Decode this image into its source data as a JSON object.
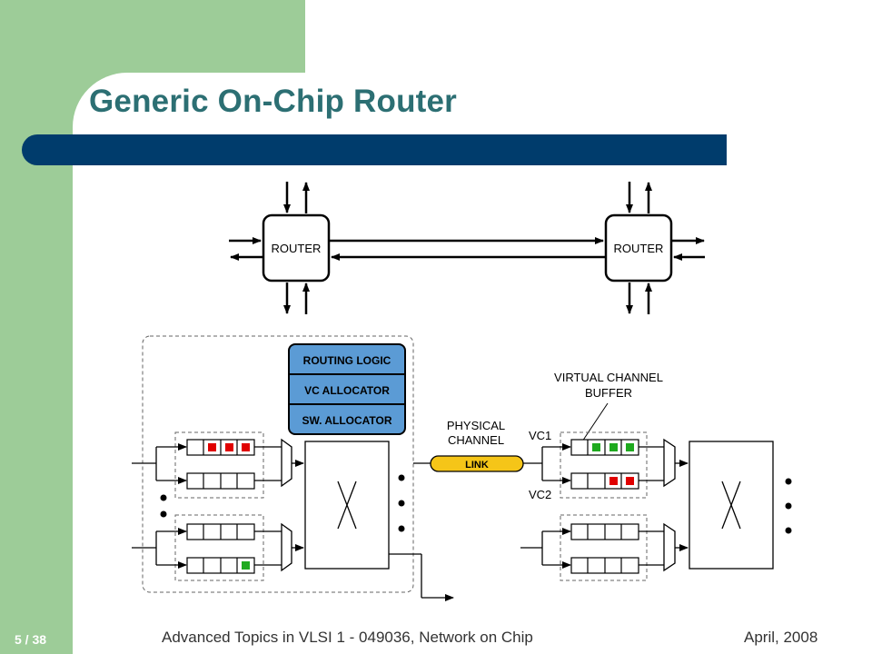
{
  "slide": {
    "title": "Generic On-Chip Router",
    "footer_page": "5 / 38",
    "footer_center": "Advanced Topics in VLSI 1 - 049036, Network on Chip",
    "footer_date": "April, 2008"
  },
  "diagram": {
    "router_left": "ROUTER",
    "router_right": "ROUTER",
    "routing_logic": "ROUTING LOGIC",
    "vc_allocator": "VC ALLOCATOR",
    "sw_allocator": "SW. ALLOCATOR",
    "physical_line1": "PHYSICAL",
    "physical_line2": "CHANNEL",
    "link": "LINK",
    "vcb_line1": "VIRTUAL CHANNEL",
    "vcb_line2": "BUFFER",
    "vc1": "VC1",
    "vc2": "VC2"
  },
  "colors": {
    "green_band": "#9dcc98",
    "title_text": "#2c6f73",
    "title_bar": "#003c6c",
    "control_block": "#5b9bd5",
    "link": "#f5c518",
    "flit_red": "#e00000",
    "flit_green": "#1faa1f"
  }
}
